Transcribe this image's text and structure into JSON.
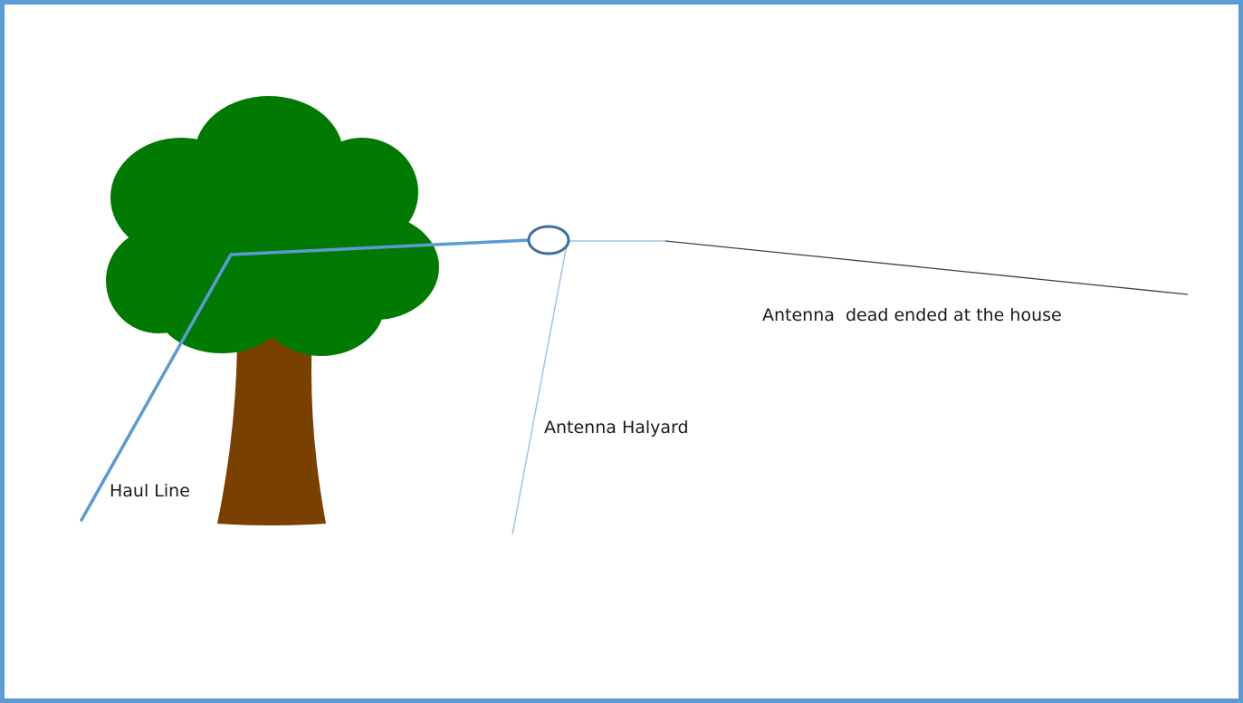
{
  "labels": {
    "haul_line": "Haul Line",
    "antenna_halyard": "Antenna Halyard",
    "antenna_dead_end": "Antenna  dead ended at the house"
  },
  "colors": {
    "frame_border": "#5b9bd5",
    "tree_foliage": "#007a00",
    "tree_trunk": "#7a4000",
    "haul_line": "#5b9bd5",
    "halyard": "#9dc3e6",
    "pulley": "#41719c",
    "antenna_wire": "#404040"
  },
  "icons": {
    "tree": "tree-icon",
    "pulley": "pulley-ring-icon"
  }
}
